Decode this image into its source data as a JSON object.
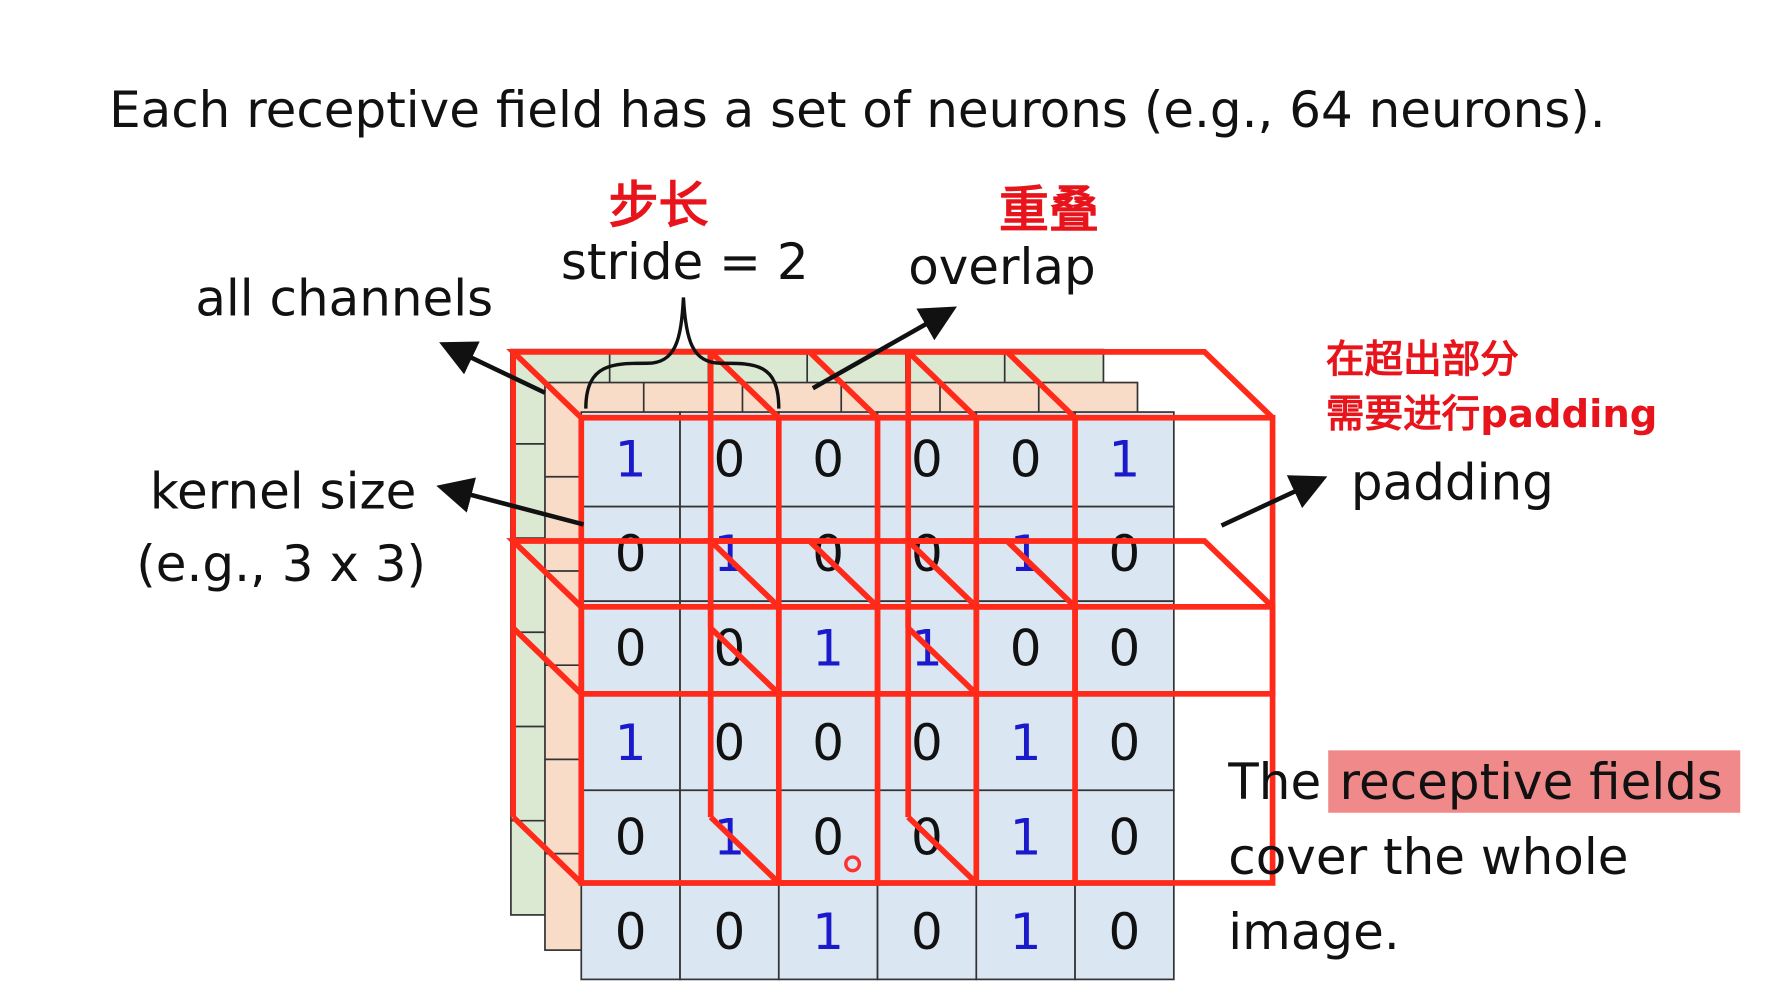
{
  "title": "Each receptive field has a set of neurons (e.g., 64 neurons).",
  "labels": {
    "stride_cn": "步长",
    "stride": "stride = 2",
    "overlap_cn": "重叠",
    "overlap": "overlap",
    "all_channels": "all channels",
    "kernel_size_1": "kernel size",
    "kernel_size_2": "(e.g., 3 x 3)",
    "padding_note_1": "在超出部分",
    "padding_note_2": "需要进行padding",
    "padding": "padding",
    "cover_pre": "The",
    "cover_highlight": "receptive fields",
    "cover_2": "cover the whole",
    "cover_3": "image."
  },
  "grid": [
    [
      1,
      0,
      0,
      0,
      0,
      1
    ],
    [
      0,
      1,
      0,
      0,
      1,
      0
    ],
    [
      0,
      0,
      1,
      1,
      0,
      0
    ],
    [
      1,
      0,
      0,
      0,
      1,
      0
    ],
    [
      0,
      1,
      0,
      0,
      1,
      0
    ],
    [
      0,
      0,
      1,
      0,
      1,
      0
    ]
  ],
  "colors": {
    "one": "#1a1acc",
    "zero": "#111111",
    "cell": "#dbe6f3",
    "layer2": "#f8dcc8",
    "layer3": "#dbe8d2",
    "receptive_field": "#ff2a1a",
    "highlight": "#f08a8a",
    "chinese_annotation": "#e8141c"
  }
}
